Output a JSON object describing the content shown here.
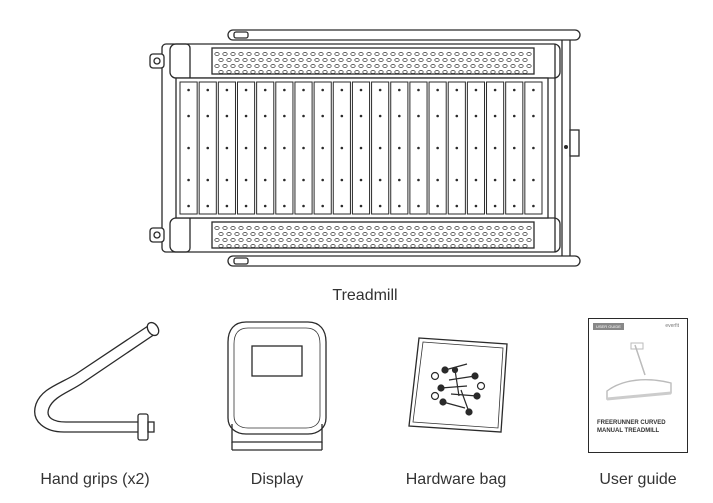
{
  "parts": {
    "treadmill": {
      "label": "Treadmill"
    },
    "hand_grips": {
      "label": "Hand grips (x2)"
    },
    "display": {
      "label": "Display"
    },
    "hardware_bag": {
      "label": "Hardware bag"
    },
    "user_guide": {
      "label": "User guide",
      "cover_tag": "USER GUIDE",
      "cover_brand": "everfit",
      "cover_title_line1": "FREERUNNER CURVED",
      "cover_title_line2": "MANUAL TREADMILL"
    }
  }
}
